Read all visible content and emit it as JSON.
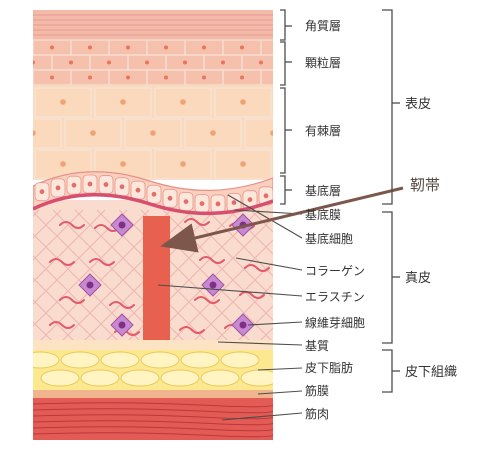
{
  "labels": {
    "stratum_corneum": "角質層",
    "stratum_granulosum": "顆粒層",
    "stratum_spinosum": "有棘層",
    "stratum_basale": "基底層",
    "basement_membrane": "基底膜",
    "basal_cell": "基底細胞",
    "collagen": "コラーゲン",
    "elastin": "エラスチン",
    "fibroblast": "線維芽細胞",
    "ground_substance": "基質",
    "subcutaneous_fat": "皮下脂肪",
    "fascia": "筋膜",
    "muscle": "筋肉",
    "ligament": "靭帯"
  },
  "groups": {
    "epidermis": "表皮",
    "dermis": "真皮",
    "subcutis": "皮下組織"
  },
  "colors": {
    "corneum": "#f3b9a9",
    "granulosum": "#f6c1ac",
    "spinosum": "#fbd9bd",
    "basale": "#f9cfbe",
    "dermis": "#f9dccd",
    "fat": "#fbe88f",
    "fascia": "#f0b48e",
    "muscle": "#e45b56",
    "ligament": "#e8604e",
    "fibroblast": "#a352a6",
    "bracket": "#4d4d4d",
    "arrow": "#7d574c"
  }
}
